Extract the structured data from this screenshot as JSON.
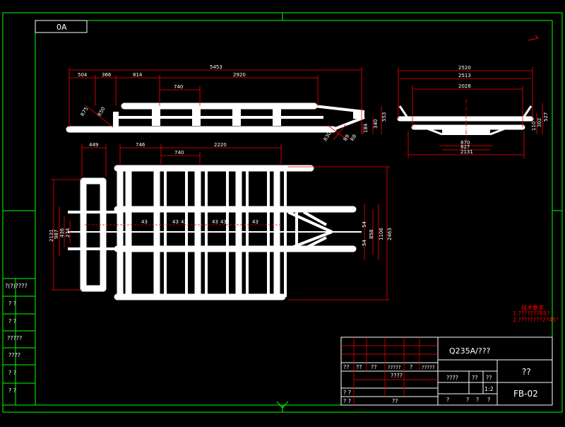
{
  "drawing": {
    "ref_mark": "0A",
    "notes_title": "技术要求",
    "notes": [
      "1.???????R5?",
      "2.????????2?45°"
    ],
    "material": "Q235A/???",
    "part_name": "??",
    "drawing_no": "FB-02",
    "scale": "1:2",
    "colors": {
      "border": "#00ff00",
      "geometry": "#ffffff",
      "dims": "#ff0000",
      "text": "#ffffff"
    }
  },
  "dims": {
    "side": {
      "overall": "5453",
      "a": "504",
      "b": "366",
      "c": "814",
      "d": "2920",
      "e": "740",
      "r1": "R75",
      "a1": "R50",
      "h1": "553",
      "h2": "340",
      "h3": "184",
      "r2": "R30",
      "r3": "R9",
      "r4": "R8"
    },
    "end": {
      "w1": "2520",
      "w2": "2513",
      "w3": "2028",
      "w4": "870",
      "w5": "827",
      "w6": "2131",
      "h1": "527",
      "h2": "302",
      "h3": "110"
    },
    "plan": {
      "t1": "449",
      "t2": "746",
      "t3": "740",
      "t4": "2220",
      "l1": "2131",
      "l2": "987",
      "l3": "436",
      "l4": "274",
      "r1": "2463",
      "r2": "1106",
      "r3": "858",
      "s1": "54",
      "s2": "54",
      "m1": "43",
      "m2": "43",
      "m3": "43",
      "m4": "43",
      "m5": "43",
      "m6": "43"
    }
  },
  "side_table": [
    "?(?)????",
    "?  ?",
    "?  ?",
    "?????",
    "????",
    "?  ?",
    "?  ?"
  ],
  "title_block": {
    "row_a": [
      "??",
      "??",
      "??",
      "?????",
      "?",
      "?????"
    ],
    "row_b": "????",
    "row_c": [
      "????",
      "??",
      "??"
    ],
    "row_d": [
      "?",
      "?",
      "?",
      "?"
    ],
    "left_a": "? ?",
    "left_b": "? ?",
    "mid": "??"
  }
}
